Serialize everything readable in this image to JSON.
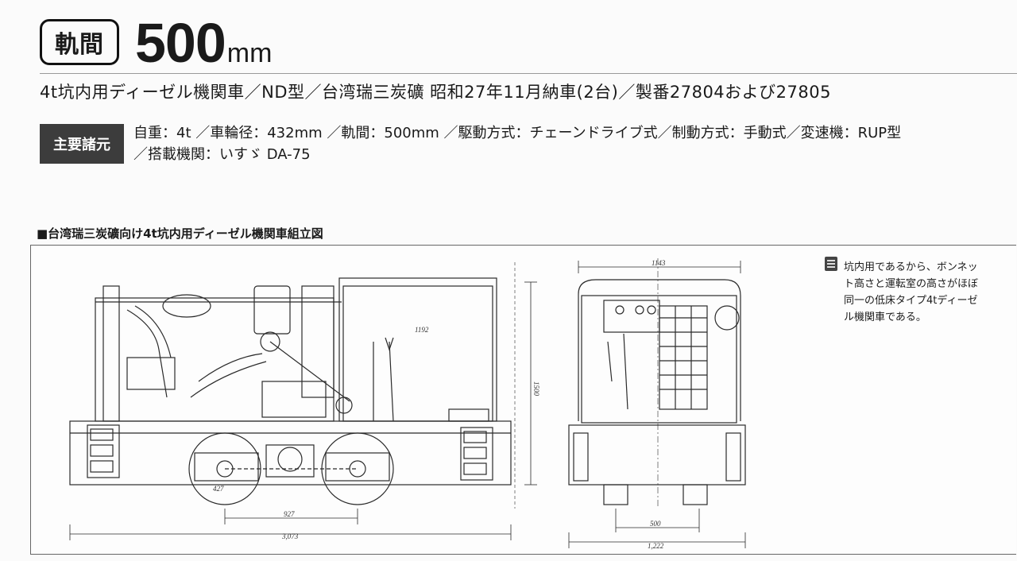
{
  "header": {
    "gauge_label": "軌間",
    "gauge_value": "500",
    "gauge_unit": "mm"
  },
  "subtitle": "4t坑内用ディーゼル機関車／ND型／台湾瑞三炭礦 昭和27年11月納車(2台)／製番27804および27805",
  "specs": {
    "label": "主要諸元",
    "line1": "自重：4t ／車輪径：432mm ／軌間：500mm ／駆動方式：チェーンドライブ式／制動方式：手動式／変速機：RUP型",
    "line2": "／搭載機関：いすゞ DA-75"
  },
  "figure": {
    "title": "■台湾瑞三炭礦向け4t坑内用ディーゼル機関車組立図",
    "dimensions": {
      "cab_width": "1143",
      "height": "1500",
      "cab_inner": "1192",
      "wheel_dia": "427",
      "wheel_base": "927",
      "overall_length": "3,073",
      "gauge": "500",
      "overall_width": "1,222"
    }
  },
  "caption_lines": [
    "坑内用であるから、ボンネッ",
    "ト高さと運転室の高さがほぼ",
    "同一の低床タイプ4tディーゼ",
    "ル機関車である。"
  ]
}
